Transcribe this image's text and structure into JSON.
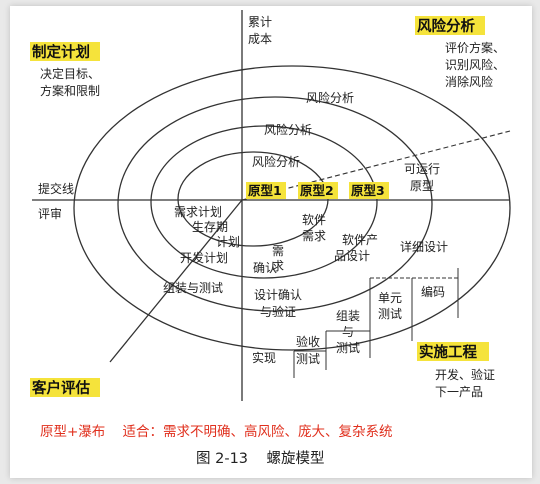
{
  "quadrants": {
    "planning": {
      "title": "制定计划",
      "lines": [
        "决定目标、",
        "方案和限制"
      ]
    },
    "risk": {
      "title": "风险分析",
      "lines": [
        "评价方案、",
        "识别风险、",
        "消除风险"
      ]
    },
    "engineering": {
      "title": "实施工程",
      "lines": [
        "开发、验证",
        "下一产品"
      ]
    },
    "evaluation": {
      "title": "客户评估"
    }
  },
  "axis": {
    "cumulative_cost": [
      "累计",
      "成本"
    ],
    "commit_line": "提交线",
    "review": "评审"
  },
  "risk_analysis_labels": [
    "风险分析",
    "风险分析",
    "风险分析"
  ],
  "prototypes": [
    "原型1",
    "原型2",
    "原型3"
  ],
  "operational_prototype": [
    "可运行",
    "原型"
  ],
  "planning_labels": {
    "req_plan": "需求计划",
    "lifecycle_plan": [
      "生存期",
      "计划"
    ],
    "dev_plan": "开发计划",
    "integration_test": "组装与测试"
  },
  "engineering_labels": {
    "software_req": [
      "软件",
      "需求"
    ],
    "requirements": [
      "需",
      "求"
    ],
    "req_confirm": "确认",
    "product_design": [
      "软件产",
      "品设计"
    ],
    "detailed_design": "详细设计",
    "design_verify": [
      "设计确认",
      "与验证"
    ],
    "coding": "编码",
    "unit_test": [
      "单元",
      "测试"
    ],
    "integ_test": [
      "组装",
      "与",
      "测试"
    ],
    "acceptance_test": [
      "验收",
      "测试"
    ],
    "implementation": "实现"
  },
  "annotation": "原型+瀑布    适合：需求不明确、高风险、庞大、复杂系统",
  "caption": "图 2-13    螺旋模型",
  "colors": {
    "highlight": "#f5e33b",
    "annotation_red": "#e0301e",
    "line": "#333333"
  }
}
